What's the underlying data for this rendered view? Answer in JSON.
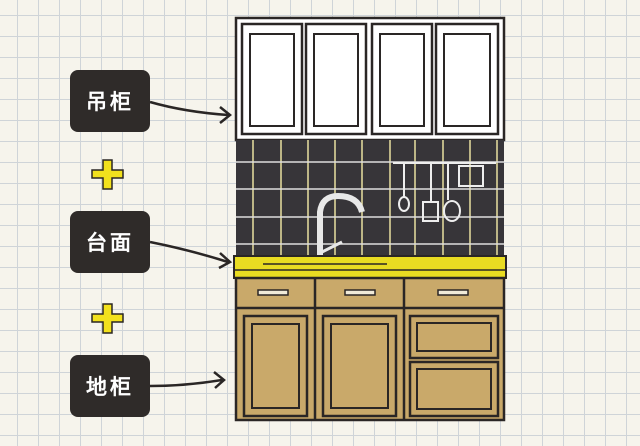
{
  "labels": {
    "upper": "吊柜",
    "counter": "台面",
    "base": "地柜"
  },
  "colors": {
    "label_bg": "#2f2b29",
    "plus": "#f2e11d",
    "countertop": "#e9dc22",
    "cabinet": "#c9a96a",
    "tile": "#373539",
    "upper_cabinet": "#ffffff"
  }
}
